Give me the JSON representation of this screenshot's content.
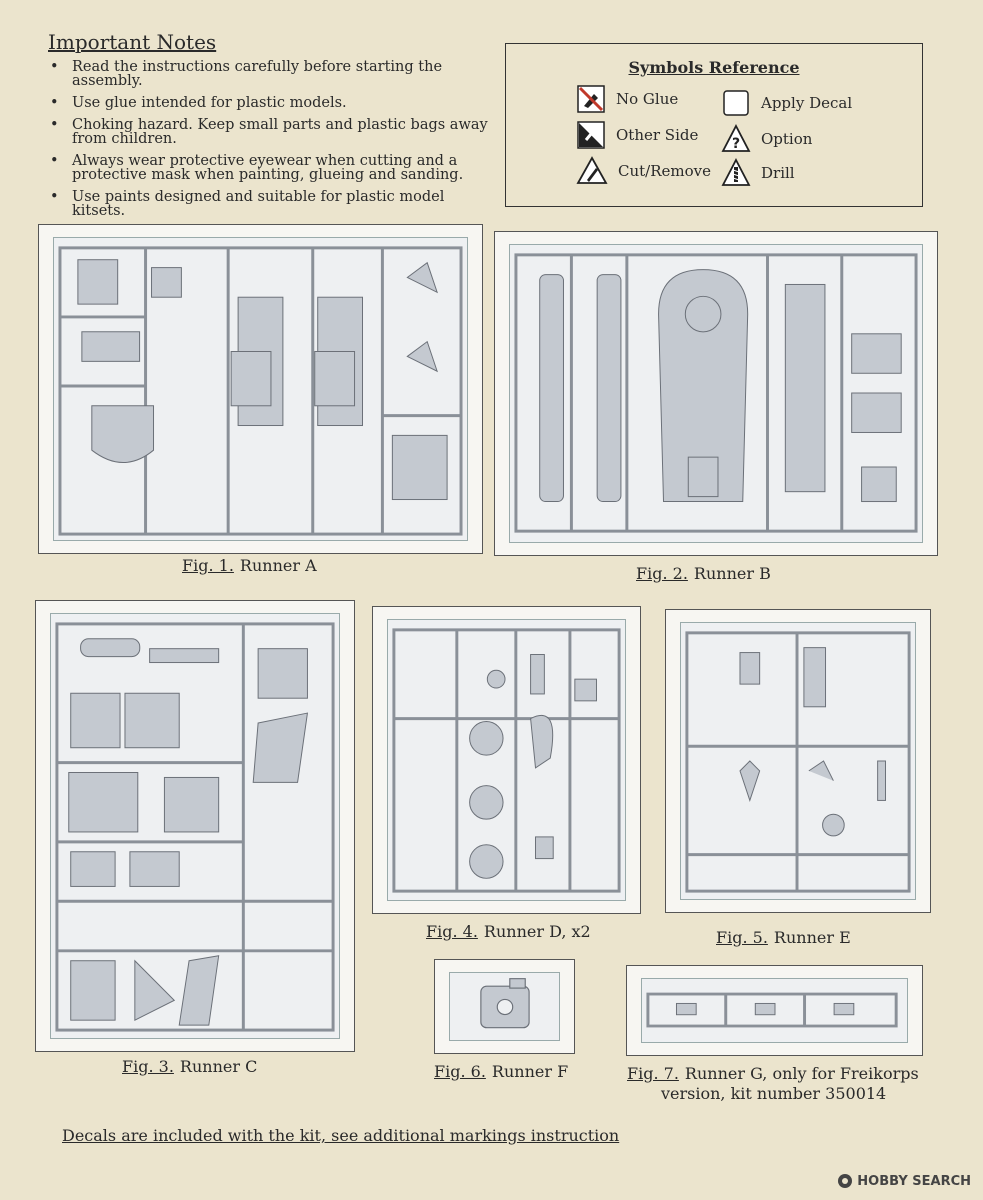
{
  "notes": {
    "title": "Important Notes",
    "items": [
      "Read the instructions carefully before starting the assembly.",
      "Use glue intended for plastic models.",
      "Choking hazard. Keep small parts and plastic bags away from children.",
      "Always wear protective eyewear when cutting and a protective mask when painting, glueing and sanding.",
      "Use paints designed and suitable for plastic model kitsets."
    ]
  },
  "symbols": {
    "title": "Symbols Reference",
    "items": [
      {
        "label": "No Glue",
        "icon": "no-glue-icon"
      },
      {
        "label": "Apply Decal",
        "icon": "apply-decal-icon"
      },
      {
        "label": "Other Side",
        "icon": "other-side-icon"
      },
      {
        "label": "Option",
        "icon": "option-icon"
      },
      {
        "label": "Cut/Remove",
        "icon": "cut-remove-icon"
      },
      {
        "label": "Drill",
        "icon": "drill-icon"
      }
    ]
  },
  "figures": {
    "a": {
      "ref": "Fig. 1.",
      "label": "Runner A",
      "tag": "A"
    },
    "b": {
      "ref": "Fig. 2.",
      "label": "Runner B",
      "tag": "B"
    },
    "c": {
      "ref": "Fig. 3.",
      "label": "Runner C",
      "tag": "C"
    },
    "d": {
      "ref": "Fig. 4.",
      "label": "Runner D, x2",
      "tag": "D"
    },
    "e": {
      "ref": "Fig. 5.",
      "label": "Runner E",
      "tag": "E"
    },
    "f": {
      "ref": "Fig. 6.",
      "label": "Runner F",
      "tag": "F"
    },
    "g": {
      "ref": "Fig. 7.",
      "label": "Runner G, only for Freikorps",
      "label2": "version, kit number 350014",
      "tag": "G"
    }
  },
  "footer": "Decals are included with the kit, see additional markings instruction",
  "watermark": "HOBBY SEARCH"
}
